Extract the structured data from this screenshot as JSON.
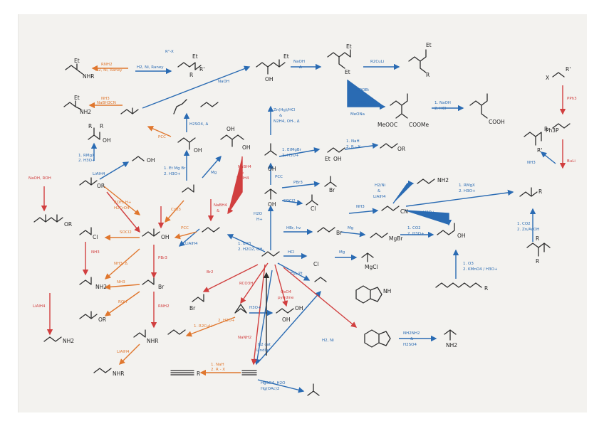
{
  "colors": {
    "blue": "#2a6bb3",
    "red": "#d13f3f",
    "orange": "#e0772e",
    "dark": "#2d2d2d",
    "paper": "#f3f2ef"
  },
  "labels": {
    "et1": "Et",
    "nhr": "NHR",
    "nh2a": "NH2",
    "et2": "Et",
    "r_a": "R'",
    "r_b": "R",
    "et3": "Et",
    "oh1": "OH",
    "et4": "Et",
    "et5": "Et",
    "et6": "Et",
    "et7": "Et",
    "r_c": "R",
    "meooc": "MeOOC",
    "coome": "COOMe",
    "cooh_a": "COOH",
    "x_r": "X",
    "r_d": "R'",
    "ph3p": "Ph3P",
    "r_e": "R",
    "r_f": "R'",
    "oh2": "OH",
    "oh3": "OH",
    "r_g": "R",
    "r_h": "R",
    "oh4": "OH",
    "oh5": "OH",
    "oh6": "OH",
    "or1": "OR",
    "oh7": "OH",
    "oh8": "OH",
    "et8": "Et",
    "oh9": "OH",
    "or2": "OR",
    "br1": "Br",
    "nh2b": "NH2",
    "r_i": "R",
    "or3": "OR",
    "cl1": "Cl",
    "cl2": "Cl",
    "oh10": "OH",
    "cn": "CN",
    "oh11": "OH",
    "mgbr": "MgBr",
    "br2": "Br",
    "r_j": "R",
    "r_k": "R",
    "nh2c": "NH2",
    "br3": "Br",
    "mgcl": "MgCl",
    "cl3": "Cl",
    "br4": "Br",
    "or4": "OR",
    "nhr2": "NHR",
    "nh2d": "NH2",
    "nhr3": "NHR",
    "r_l": "R",
    "oh12": "OH",
    "oh13": "OH",
    "nh2e": "NH2",
    "nh": "NH",
    "r_m": "R"
  },
  "reagents": {
    "rnh2": "RNH2",
    "h2ni": "H2, Ni, Raney",
    "nh3a": "NH3",
    "nabh3cn": "NaBH3CN",
    "h2niraney": "H2, Ni, Raney",
    "rpx": "R\"-X",
    "naoh1": "NaOH",
    "naoh2": "NaOH",
    "delta1": "Δ",
    "rculi": "R2CuLi",
    "cooet1": "COOEt",
    "cooet2": "COOEt",
    "meona": "MeONa",
    "naoh3": "1. NaOH",
    "hcl1": "2. HCl",
    "pph3": "PPh3",
    "h2so4": "H2SO4, Δ",
    "pcc1": "PCC",
    "rmgx": "1. RMgX",
    "h3oa": "2. H3O+",
    "etmgbr": "1. Et Mg Br",
    "h3ob": "2. H3O+",
    "mg1": "Mg",
    "zn": "Zn(Hg)/HCl",
    "znamp": "&",
    "wk": "N2H4, OH-, Δ",
    "etmgbr2": "1. EtMgBr",
    "h3oc": "2. H3O+",
    "nah": "1. NaH",
    "rx1": "2. R - X",
    "buli": "BuLi",
    "nh3b": "NH3",
    "naoh4": "NaOH, ROH",
    "lialh4a": "LiAlH4",
    "roh": "ROH, H+",
    "h2cro4": "H2CrO4",
    "nabh4a": "NaBH4",
    "amp1": "&",
    "lialh4b": "LiAlH4",
    "pcc2": "PCC",
    "pbr3a": "PBr3",
    "socl2a": "SOCl2",
    "rmgx2": "1. RMgX",
    "h3od": "2. H3O+",
    "h2nni": "H2/Ni",
    "amp2": "&",
    "lialh4c": "LiAlH4",
    "h3oe": "H3O+",
    "hbr": "HBr, hv",
    "mg2": "Mg",
    "co2a": "1. CO2",
    "h3of": "2. H3O+",
    "co2b": "1. CO2",
    "zn2": "2. Zn/AcOH",
    "nabh4b": "NaBH4",
    "amp3": "&",
    "lialh4d": "LiAlH4",
    "cro3": "CrO3",
    "socl2b": "SOCl2",
    "pcc3": "PCC",
    "h2o": "H2O",
    "hplus": "H+",
    "bh3": "1. BH3",
    "h2o2": "2. H2O2, OH-",
    "nh3c": "NH3",
    "nh3d": "NH3, Δ",
    "pbr3b": "PBr3",
    "br2": "Br2",
    "rco3h": "RCO3H",
    "oso4": "OsO4",
    "pyr": "pyridine",
    "hcl2": "HCl",
    "mg3": "Mg",
    "h2pt": "H2, Pt",
    "nh3e": "NH3",
    "rnh2b": "RNH2",
    "roh2": "ROH",
    "r2cuw": "1. R2CuLi",
    "h2ob": "2. H2O+",
    "h3og": "H3O+",
    "nanh2": "NaNH2",
    "h2cat": "H2 cat",
    "lindlar": "Lindlar",
    "h2ni2": "H2, Ni",
    "lialh4e": "LiAlH4",
    "nah2": "1. NaH",
    "rx2": "2. R - X",
    "hgso4": "HgSO4, H2O",
    "hgoac": "Hg(OAc)2",
    "n2h4": "NH2NH2",
    "amp4": "&",
    "hcooh": "H2SO4",
    "o3": "1. O3",
    "kmno4": "2. KMnO4 / H3O+",
    "nh2a_r": "NH3"
  }
}
